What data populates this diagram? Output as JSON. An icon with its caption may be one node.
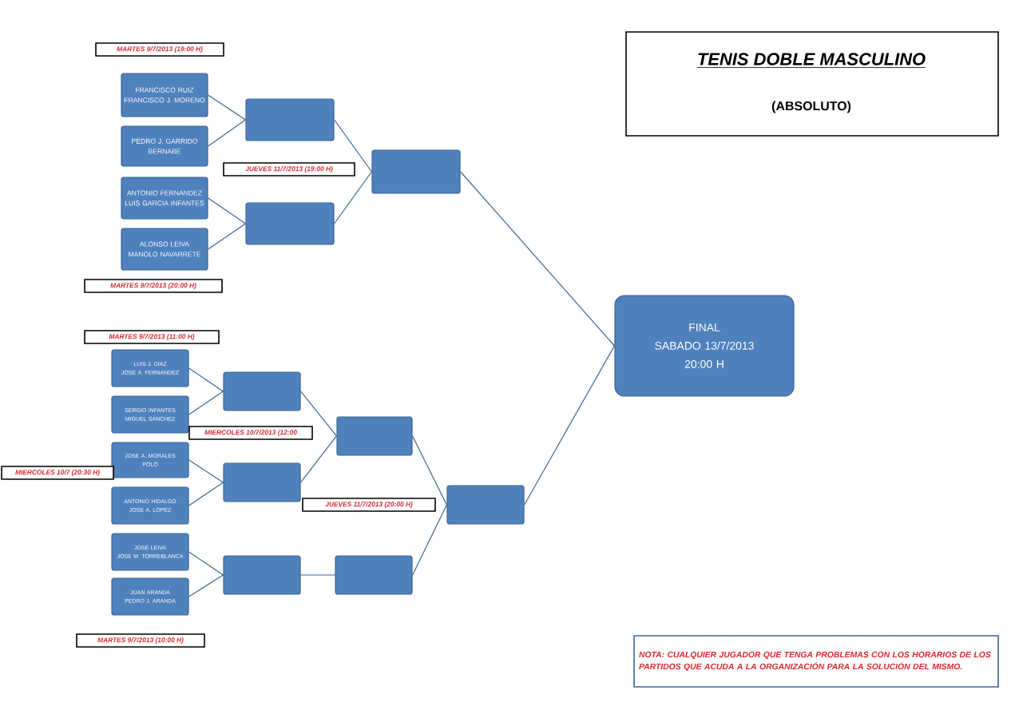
{
  "diagram": {
    "title": "TENIS DOBLE MASCULINO",
    "nodes": [
      {
        "text": [
          "FRANCISCO RUIZ",
          "FRANCISCO J. MORENO"
        ]
      },
      {
        "text": [
          "PEDRO J. GARRIDO",
          "BERNABE"
        ]
      },
      {
        "text": [
          "ANTONIO FERNANDEZ",
          "LUIS GARCIA INFANTES"
        ]
      },
      {
        "text": [
          "ALONSO LEIVA",
          "MANOLO NAVARRETE"
        ]
      },
      {
        "text": [],
        "shape": "box"
      },
      {
        "text": [],
        "shape": "box"
      },
      {
        "text": [],
        "shape": "box"
      },
      {
        "text": [
          "FINAL",
          "SABADO 13/7/2013",
          "20:00 H"
        ]
      },
      {
        "text": [
          "LUIS J. DIAZ",
          "JOSE A. FERNANDEZ"
        ]
      },
      {
        "text": [
          "SERGIO INFANTES",
          "MIGUEL SANCHEZ"
        ]
      },
      {
        "text": [
          "JOSE A. MORALES",
          "POLO"
        ]
      },
      {
        "text": [
          "ANTONIO HIDALGO",
          "JOSE A. LOPEZ"
        ]
      },
      {
        "text": [
          "JOSE LEIVA",
          "JOSE M. TORREBLANCA"
        ]
      },
      {
        "text": [
          "JUAN ARANDA",
          "PEDRO J. ARANDA"
        ]
      },
      {
        "text": [],
        "shape": "box"
      },
      {
        "text": [],
        "shape": "box"
      },
      {
        "text": [],
        "shape": "box"
      },
      {
        "text": [],
        "shape": "box"
      },
      {
        "text": [],
        "shape": "box"
      },
      {
        "text": [],
        "shape": "box"
      }
    ],
    "edges": [
      {
        "from": 0,
        "to": 4,
        "arrow": "none"
      },
      {
        "from": 1,
        "to": 4,
        "arrow": "none"
      },
      {
        "from": 2,
        "to": 5,
        "arrow": "none"
      },
      {
        "from": 3,
        "to": 5,
        "arrow": "none"
      },
      {
        "from": 4,
        "to": 6,
        "arrow": "none"
      },
      {
        "from": 5,
        "to": 6,
        "arrow": "none"
      },
      {
        "from": 6,
        "to": 7,
        "arrow": "none"
      },
      {
        "from": 8,
        "to": 14,
        "arrow": "none"
      },
      {
        "from": 9,
        "to": 14,
        "arrow": "none"
      },
      {
        "from": 10,
        "to": 15,
        "arrow": "none"
      },
      {
        "from": 11,
        "to": 15,
        "arrow": "none"
      },
      {
        "from": 12,
        "to": 16,
        "arrow": "none"
      },
      {
        "from": 13,
        "to": 16,
        "arrow": "none"
      },
      {
        "from": 14,
        "to": 17,
        "arrow": "none"
      },
      {
        "from": 15,
        "to": 17,
        "arrow": "none"
      },
      {
        "from": 16,
        "to": 18,
        "arrow": "none"
      },
      {
        "from": 17,
        "to": 19,
        "arrow": "none"
      },
      {
        "from": 18,
        "to": 19,
        "arrow": "none"
      },
      {
        "from": 19,
        "to": 7,
        "arrow": "none"
      }
    ],
    "labels": [
      "(ABSOLUTO)",
      "MARTES 9/7/2013 (19:00 H)",
      "JUEVES 11/7/2013 (19:00 H)",
      "MARTES 9/7/2013 (20:00 H)",
      "MARTES 9/7/2013 (11:00 H)",
      "MIERCOLES 10/7/2013 (12:00",
      "MIERCOLES 10/7 (20:30 H)",
      "JUEVES 11/7/2013 (20:00 H)",
      "MARTES 9/7/2013 (10:00 H)",
      "NOTA: CUALQUIER JUGADOR QUE TENGA PROBLEMAS CON LOS HORARIOS DE LOS PARTIDOS QUE ACUDA A LA ORGANIZACIÓN PARA LA SOLUCIÓN DEL MISMO."
    ]
  }
}
